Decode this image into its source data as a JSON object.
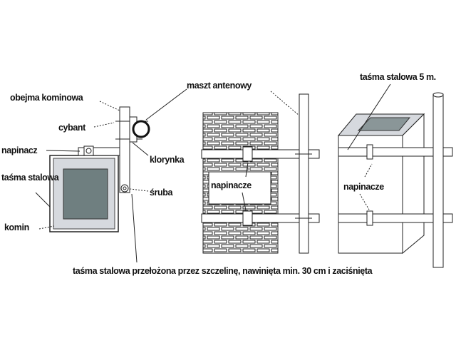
{
  "left_view": {
    "obejma": "obejma kominowa",
    "cybant": "cybant",
    "napinacz": "napinacz",
    "tasma": "taśma stalowa",
    "komin": "komin",
    "klorynka": "klorynka",
    "sruba": "śruba"
  },
  "middle_view": {
    "maszt": "maszt antenowy",
    "napinacze": "napinacze"
  },
  "right_view": {
    "tasma": "taśma stalowa 5 m.",
    "napinacze": "napinacze"
  },
  "caption": "taśma stalowa przełożona przez szczelinę, nawinięta min. 30 cm i zaciśnięta",
  "colors": {
    "chimney_flue": "#6f7f80",
    "chimney_rim": "#d6d9de",
    "outline": "#222222"
  }
}
